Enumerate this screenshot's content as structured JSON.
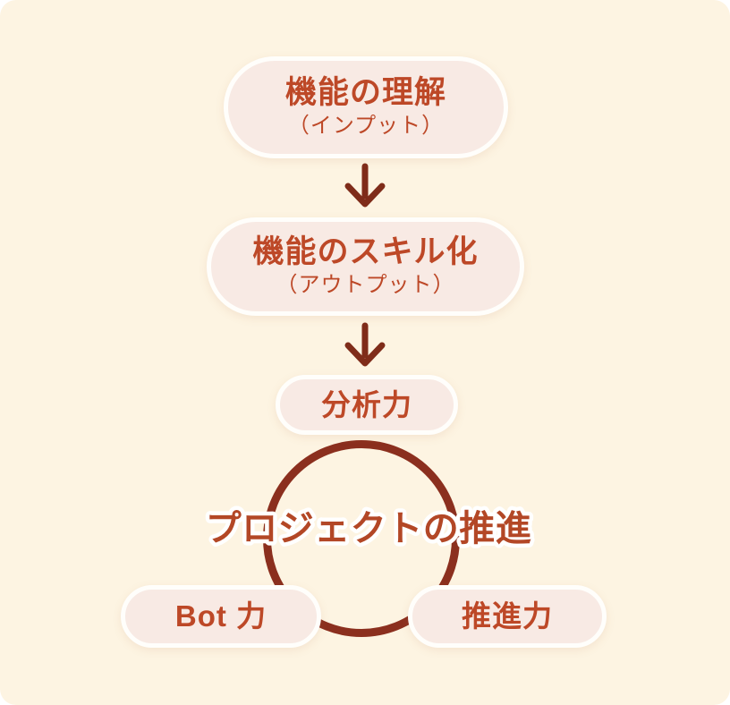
{
  "colors": {
    "canvas_bg": "#fdf4e2",
    "pill_bg": "#f8eae4",
    "pill_border": "#fffefb",
    "text_accent": "#bd4827",
    "arrow": "#7f2c1a",
    "ring": "#8b2f1e",
    "ring_label": "#b34726",
    "halo": "#ffffff"
  },
  "flow": {
    "step_input": {
      "title": "機能の理解",
      "subtitle": "（インプット）"
    },
    "step_output": {
      "title": "機能のスキル化",
      "subtitle": "（アウトプット）"
    },
    "step_analysis": {
      "title": "分析力"
    }
  },
  "cycle": {
    "label": "プロジェクトの推進",
    "left_node": "Bot 力",
    "right_node": "推進力"
  }
}
